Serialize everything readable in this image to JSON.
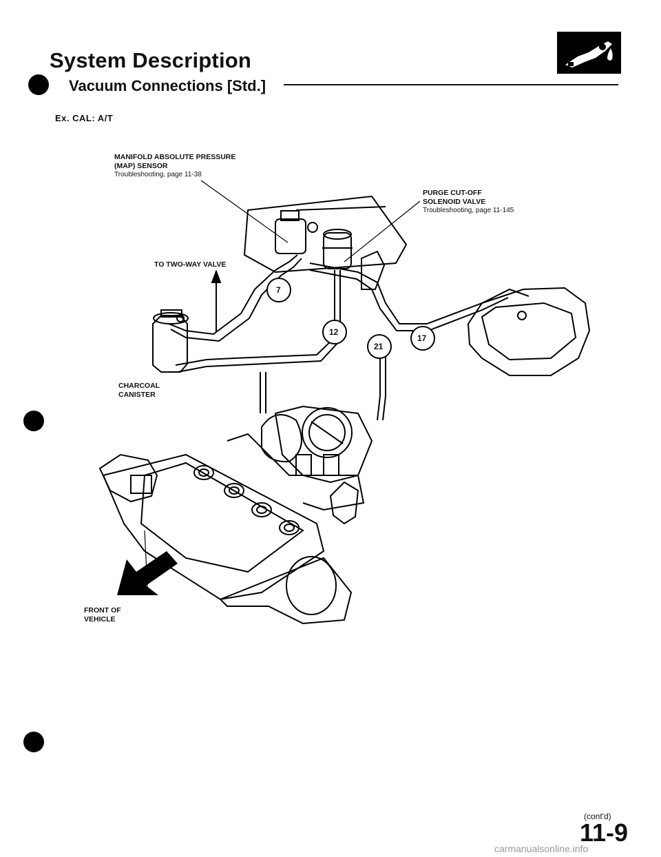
{
  "header": {
    "title": "System Description",
    "subtitle": "Vacuum Connections [Std.]",
    "variant": "Ex. CAL: A/T"
  },
  "labels": {
    "map_title": "MANIFOLD ABSOLUTE PRESSURE",
    "map_title2": "(MAP) SENSOR",
    "map_ref": "Troubleshooting, page 11-38",
    "purge_title": "PURGE CUT-OFF",
    "purge_title2": "SOLENOID VALVE",
    "purge_ref": "Troubleshooting, page 11-145",
    "two_way": "TO TWO-WAY VALVE",
    "charcoal": "CHARCOAL",
    "canister": "CANISTER",
    "front": "FRONT OF",
    "vehicle": "VEHICLE"
  },
  "hose_numbers": [
    "7",
    "12",
    "21",
    "17"
  ],
  "footer": {
    "contd": "(cont'd)",
    "page": "11-9",
    "watermark": "carmanualsonline.info"
  },
  "icons": [
    "section-logo-icon",
    "hole-punch-icon",
    "front-arrow-icon"
  ]
}
